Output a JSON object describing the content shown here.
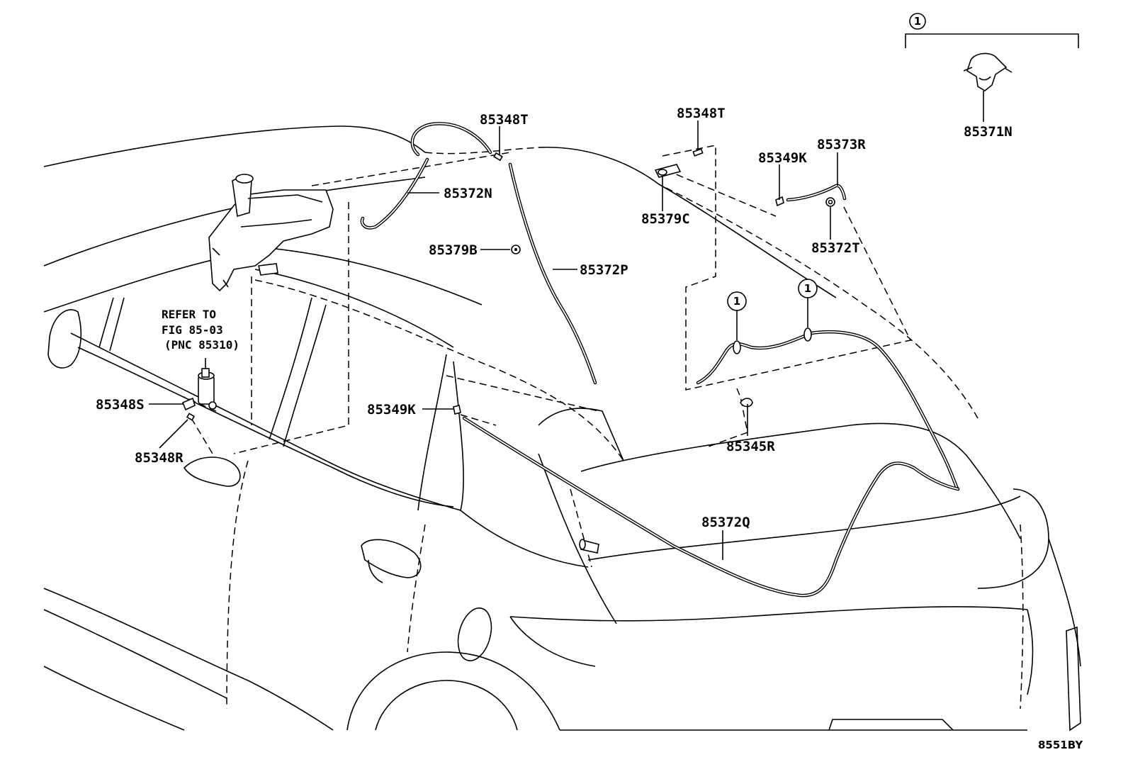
{
  "diagram": {
    "part_labels": [
      {
        "id": "85348T_a",
        "text": "85348T"
      },
      {
        "id": "85348T_b",
        "text": "85348T"
      },
      {
        "id": "85372N",
        "text": "85372N"
      },
      {
        "id": "85379B",
        "text": "85379B"
      },
      {
        "id": "85372P",
        "text": "85372P"
      },
      {
        "id": "85379C",
        "text": "85379C"
      },
      {
        "id": "85349K_a",
        "text": "85349K"
      },
      {
        "id": "85373R",
        "text": "85373R"
      },
      {
        "id": "85372T",
        "text": "85372T"
      },
      {
        "id": "85371N",
        "text": "85371N"
      },
      {
        "id": "85348S",
        "text": "85348S"
      },
      {
        "id": "85348R",
        "text": "85348R"
      },
      {
        "id": "85349K_b",
        "text": "85349K"
      },
      {
        "id": "85345R",
        "text": "85345R"
      },
      {
        "id": "85372Q",
        "text": "85372Q"
      }
    ],
    "refer_note": {
      "line1": "REFER TO",
      "line2": "FIG 85-03",
      "line3": "(PNC 85310)"
    },
    "group_marker": "1",
    "drawing_code": "8551BY"
  }
}
